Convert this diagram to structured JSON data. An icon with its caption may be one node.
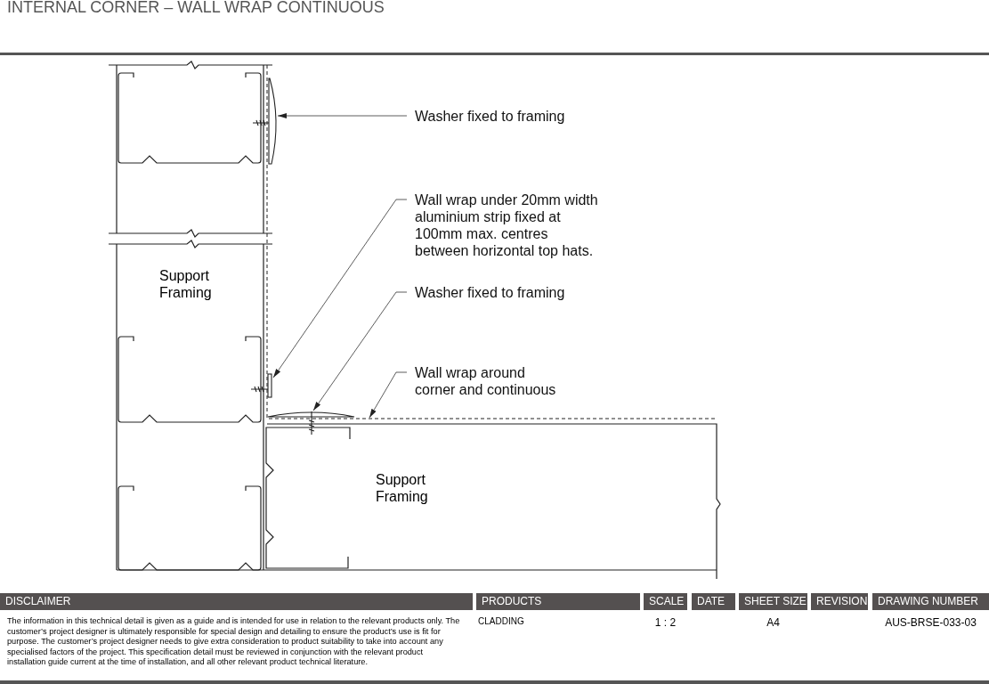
{
  "diagram": {
    "title": "INTERNAL CORNER – WALL WRAP CONTINUOUS",
    "nodes": [
      {
        "text": [
          "Washer fixed to framing"
        ]
      },
      {
        "text": [],
        "shape": "picture"
      },
      {
        "text": [
          "Wall wrap under 20mm width aluminium strip fixed at 100mm max. centres between horizontal top hats."
        ]
      },
      {
        "text": [],
        "shape": "picture"
      },
      {
        "text": [
          "Washer fixed to framing"
        ]
      },
      {
        "text": [],
        "shape": "picture"
      },
      {
        "text": [
          "Wall wrap around corner and continuous"
        ]
      },
      {
        "text": [],
        "shape": "picture"
      }
    ],
    "edges": [
      {
        "from": 0,
        "to": 1,
        "arrow": "to"
      },
      {
        "from": 2,
        "to": 3,
        "arrow": "to"
      },
      {
        "from": 4,
        "to": 5,
        "arrow": "to"
      },
      {
        "from": 6,
        "to": 7,
        "arrow": "to"
      }
    ],
    "labels": [
      "Support Framing",
      "Support Framing",
      "DISCLAIMER",
      "PRODUCTS",
      "SCALE",
      "DATE",
      "SHEET SIZE",
      "REVISION",
      "DRAWING NUMBER",
      "The information in this technical detail is given as a guide and is intended for use in relation to the relevant products only. The customer’s project designer is ultimately responsible for special design and detailing to ensure the product’s use is fit for purpose. The customer’s project designer needs to give extra consideration to product suitability to take into account any specialised factors of the project. This specification detail must be reviewed in conjunction with the relevant product installation guide current at the time of installation, and all other relevant product technical literature.",
      "CLADDING",
      "1 : 2",
      "A4",
      "AUS-BRSE-033-03"
    ]
  }
}
